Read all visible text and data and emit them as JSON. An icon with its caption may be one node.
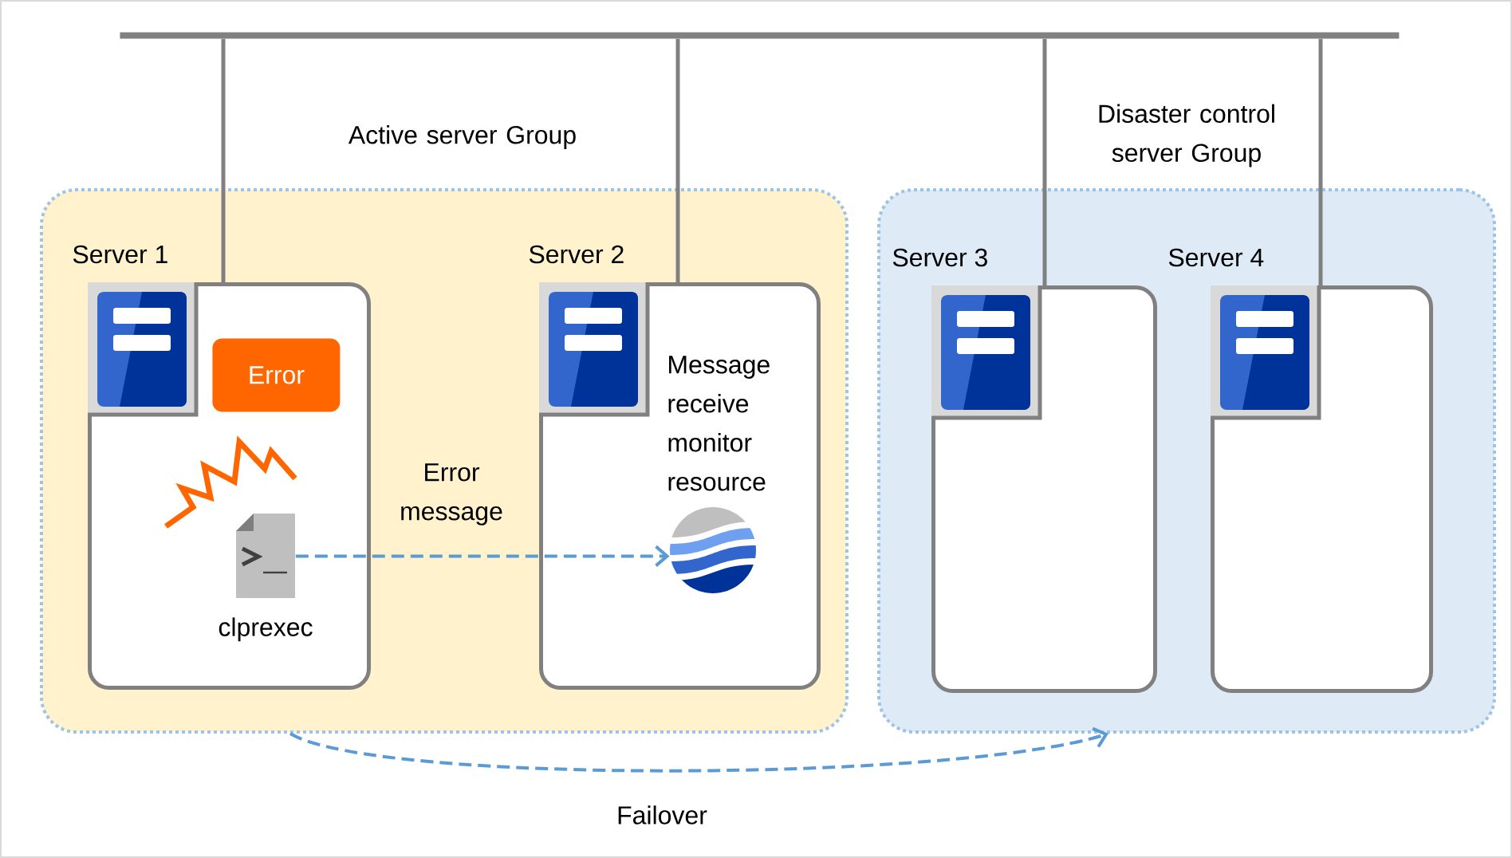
{
  "diagram": {
    "nodes": [
      {
        "text": [],
        "shape": "bar"
      },
      {
        "text": [
          "Active server Group"
        ]
      },
      {
        "text": [
          "Server 1"
        ],
        "in": 1
      },
      {
        "text": [
          "Error"
        ],
        "in": 2
      },
      {
        "text": [
          "clprexec"
        ],
        "in": 2
      },
      {
        "text": [
          "Server 2"
        ],
        "in": 1
      },
      {
        "text": [
          "Message receive monitor resource"
        ],
        "in": 5
      },
      {
        "text": [
          "Disaster control server Group"
        ]
      },
      {
        "text": [
          "Server 3"
        ],
        "in": 7
      },
      {
        "text": [
          "Server 4"
        ],
        "in": 7
      }
    ],
    "edges": [
      {
        "from": 0,
        "to": 2,
        "arrow": "none"
      },
      {
        "from": 0,
        "to": 5,
        "arrow": "none"
      },
      {
        "from": 0,
        "to": 8,
        "arrow": "none"
      },
      {
        "from": 0,
        "to": 9,
        "arrow": "none"
      },
      {
        "from": 4,
        "to": 6,
        "arrow": "to",
        "label": "Error message",
        "style": "dashed",
        "color": "#5b9bd5"
      },
      {
        "from": 1,
        "to": 7,
        "arrow": "to",
        "label": "Failover",
        "style": "dashed",
        "color": "#5b9bd5"
      }
    ]
  }
}
